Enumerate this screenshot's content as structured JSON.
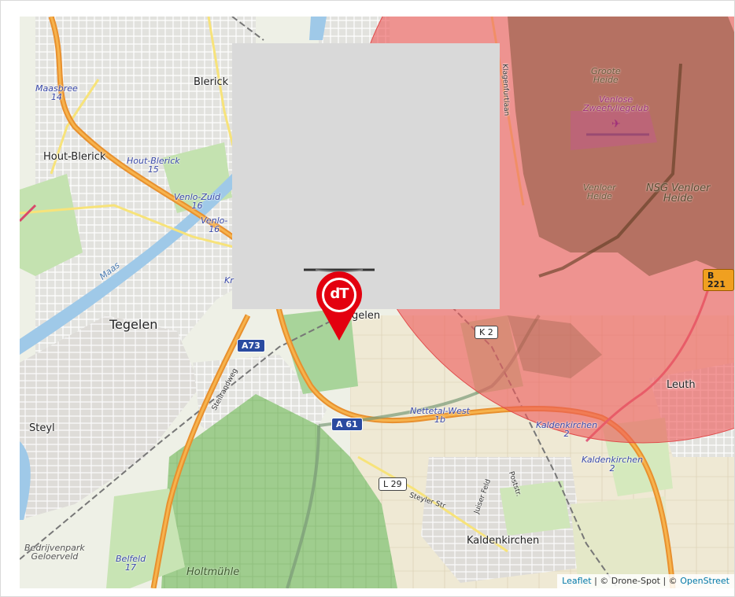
{
  "map": {
    "labels": {
      "blerick": "Blerick",
      "hout_blerick": "Hout-Blerick",
      "tegelen": "Tegelen",
      "steyl": "Steyl",
      "kaldenkirchen": "Kaldenkirchen",
      "leuth": "Leuth",
      "holtmuhle": "Holtmühle",
      "tegelen_partial": "egelen",
      "bedrijvenpark": "Bedrijvenpark\nGeloerveld",
      "groote_heide": "Groote\nHeide",
      "venloer_heide": "Venloer\nHeide",
      "nsg_venloer_heide": "NSG Venloer\nHeide",
      "venlose_zweefvliegclub": "Venlose\nZweefvliegclub",
      "maas": "Maas",
      "klagenfurtlaan": "Klagenfurtlaan",
      "steilrandweg": "Steilrandweg",
      "steyler_str": "Steyler Str",
      "juiser_feld": "Juiser Feld",
      "poststr": "Poststr.",
      "kr_partial": "Kr"
    },
    "exits": {
      "maasbree": "Maasbree\n14",
      "hout_blerick_15": "Hout-Blerick\n15",
      "venlo_zuid": "Venlo-Zuid\n16",
      "venlo_partial": "Venlo-\n16",
      "nettetal_west": "Nettetal-West\n1b",
      "kaldenkirchen_2a": "Kaldenkirchen\n2",
      "kaldenkirchen_2b": "Kaldenkirchen\n2",
      "belfeld": "Belfeld\n17"
    },
    "shields": {
      "a73": "A73",
      "a61": "A 61",
      "k2": "K 2",
      "l29": "L 29",
      "b221": "B 221"
    },
    "marker": {
      "logo_text": "dT"
    },
    "attribution": {
      "leaflet": "Leaflet",
      "sep1": " | © Drone-Spot | © ",
      "osm": "OpenStreet"
    },
    "colors": {
      "restricted_zone": "#ee5a5a",
      "motorway": "#e8902e",
      "marker_red": "#e3000f",
      "forest": "#a9d39a"
    }
  }
}
